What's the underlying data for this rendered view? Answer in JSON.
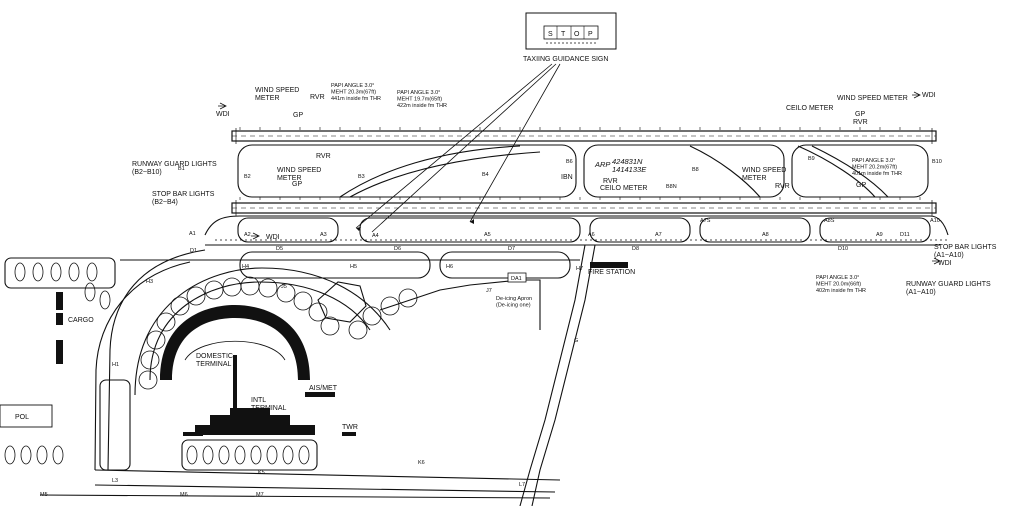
{
  "sign": {
    "title": "TAXIING GUIDANCE SIGN",
    "letters": [
      "S",
      "T",
      "O",
      "P"
    ]
  },
  "runway_labels": {
    "rwy_top_left": "WDI",
    "rwy_left_mid": "WDI",
    "rwy_right_top": "WDI",
    "rwy_right_bottom": "WDI"
  },
  "annotations": {
    "wind_speed_meter_top": "WIND SPEED\nMETER",
    "rvr_top": "RVR",
    "papi_a1": "PAPI ANGLE 3.0°\nMEHT 20.3m(67ft)\n441m inside fm THR",
    "papi_a2": "PAPI ANGLE 3.0°\nMEHT 19.7m(65ft)\n422m inside fm THR",
    "gp_top": "GP",
    "runway_guard_lights_left": "RUNWAY GUARD LIGHTS\n(B2~B10)",
    "stop_bar_lights_left": "STOP BAR LIGHTS\n(B2~B4)",
    "wind_speed_meter_mid": "WIND SPEED\nMETER",
    "rvr_mid": "RVR",
    "gp_mid": "GP",
    "arp": "ARP",
    "arp_coords": "424831N\n1414133E",
    "ibn": "IBN",
    "rvr_arp": "RVR",
    "ceilo_meter_mid": "CEILO METER",
    "ceilo_meter_right": "CEILO METER",
    "rvr_right": "RVR",
    "wind_speed_meter_right": "WIND SPEED METER",
    "gp_right": "GP",
    "papi_b": "PAPI ANGLE 3.0°\nMEHT 20.2m(67ft)\n401m inside fm THR",
    "gp_right2": "GP",
    "wind_speed_meter_right2": "WIND SPEED\nMETER",
    "rvr_right2": "RVR",
    "papi_d": "PAPI ANGLE 3.0°\nMEHT 20.0m(66ft)\n402m inside fm THR",
    "stop_bar_lights_right": "STOP BAR LIGHTS\n(A1~A10)",
    "runway_guard_lights_right": "RUNWAY GUARD LIGHTS\n(A1~A10)",
    "fire_station": "FIRE STATION",
    "deicing_apron": "De-icing Apron\n(De-icing one)",
    "cargo": "CARGO",
    "domestic_terminal": "DOMESTIC\nTERMINAL",
    "intl_terminal": "INTL\nTERMINAL",
    "ais_met": "AIS/MET",
    "twr": "TWR",
    "pol": "POL"
  },
  "taxiways": {
    "B2": "B2",
    "B3": "B3",
    "B4": "B4",
    "B6": "B6",
    "B8": "B8",
    "B8N": "B8N",
    "B9": "B9",
    "B10": "B10",
    "A1": "A1",
    "A2": "A2",
    "A3": "A3",
    "A4": "A4",
    "A5": "A5",
    "A6": "A6",
    "A7": "A7",
    "A7S": "A7S",
    "A8": "A8",
    "A8S": "A8S",
    "A9": "A9",
    "A10": "A10",
    "B1": "B1",
    "D1": "D1",
    "D5": "D5",
    "D6": "D6",
    "D7": "D7",
    "D8": "D8",
    "D10": "D10",
    "D11": "D11",
    "H1": "H1",
    "H3": "H3",
    "H4": "H4",
    "H5": "H5",
    "H6": "H6",
    "H7": "H7",
    "J5": "J5",
    "J7": "J7",
    "G": "G",
    "DA1": "DA1",
    "K5": "K5",
    "K6": "K6",
    "L3": "L3",
    "L7": "L7",
    "M5": "M5",
    "M6": "M6",
    "M7": "M7"
  }
}
